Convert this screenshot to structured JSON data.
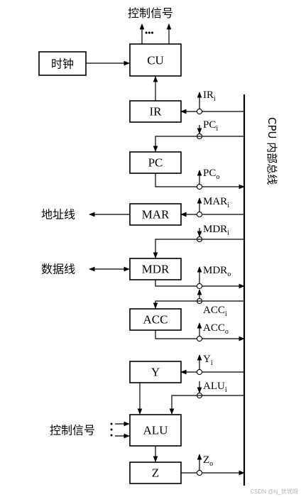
{
  "header": {
    "control_signals_top": "控制信号",
    "dots": "•••"
  },
  "blocks": {
    "clock": "时钟",
    "cu": "CU",
    "ir": "IR",
    "pc": "PC",
    "mar": "MAR",
    "mdr": "MDR",
    "acc": "ACC",
    "y": "Y",
    "alu": "ALU",
    "z": "Z"
  },
  "external": {
    "address_line": "地址线",
    "data_line": "数据线",
    "control_signals_alu": "控制信号"
  },
  "bus_label": "CPU 内部总线",
  "signals": [
    {
      "main": "IR",
      "sub": "i"
    },
    {
      "main": "PC",
      "sub": "i"
    },
    {
      "main": "PC",
      "sub": "o"
    },
    {
      "main": "MAR",
      "sub": "i"
    },
    {
      "main": "MDR",
      "sub": "i"
    },
    {
      "main": "MDR",
      "sub": "o"
    },
    {
      "main": "ACC",
      "sub": "i"
    },
    {
      "main": "ACC",
      "sub": "o"
    },
    {
      "main": "Y",
      "sub": "i"
    },
    {
      "main": "ALU",
      "sub": "i"
    },
    {
      "main": "Z",
      "sub": "o"
    }
  ],
  "watermark": "CSDN @hj_犹犹呀"
}
